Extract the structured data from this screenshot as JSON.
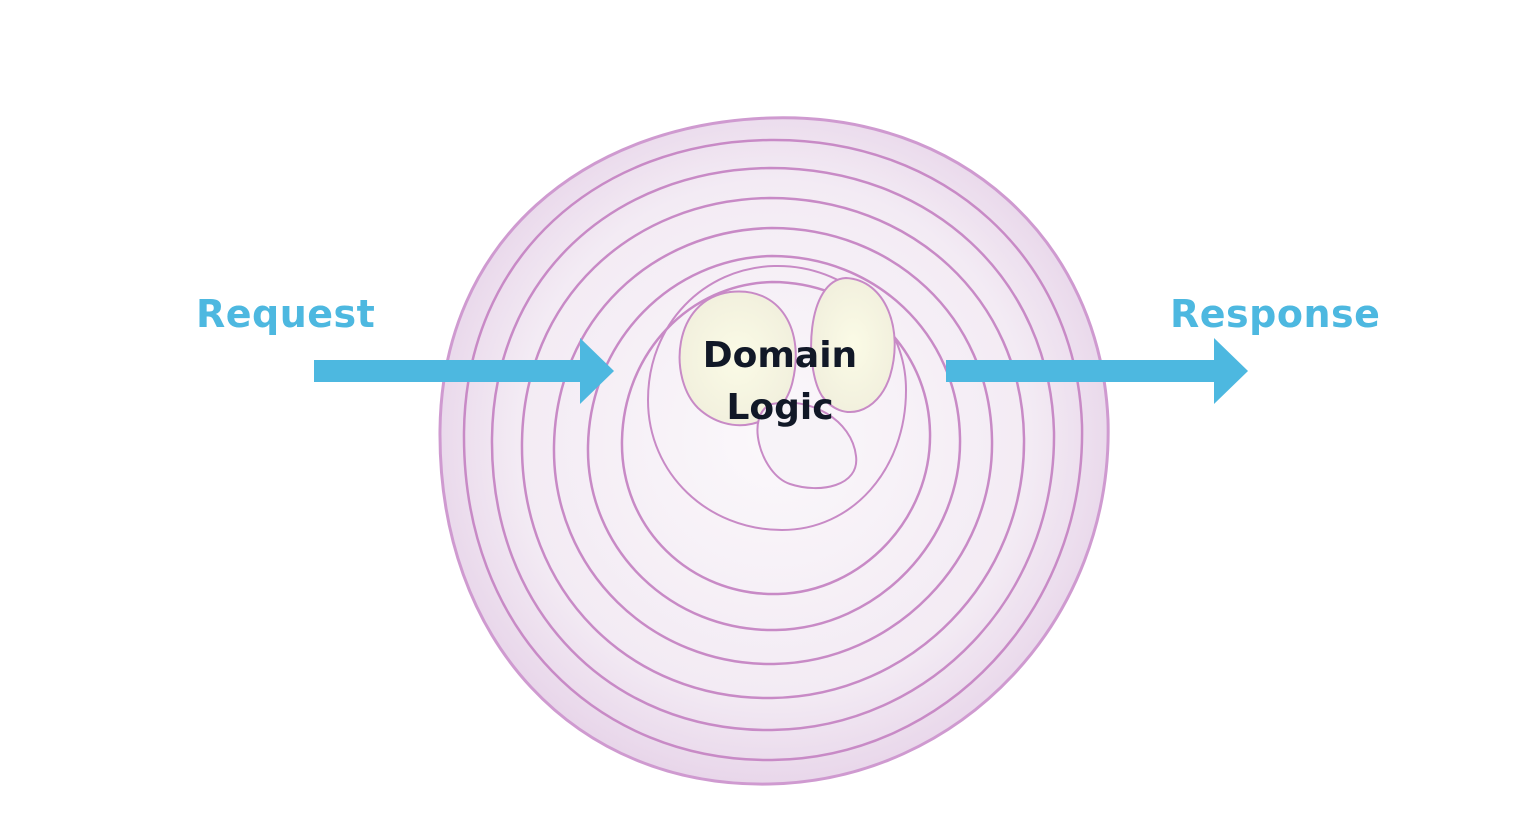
{
  "labels": {
    "input": "Request",
    "output": "Response",
    "core_line1": "Domain",
    "core_line2": "Logic"
  },
  "colors": {
    "arrow": "#4db8e0",
    "label": "#4db8e0",
    "core_text": "#111827",
    "ring_line": "#c88ac6",
    "ring_fill": "#f6f0f7",
    "ring_fill_alt": "#efe4f0",
    "core_fill": "#f4f5d2"
  },
  "diagram": {
    "type": "onion-architecture",
    "ring_count": 8
  }
}
